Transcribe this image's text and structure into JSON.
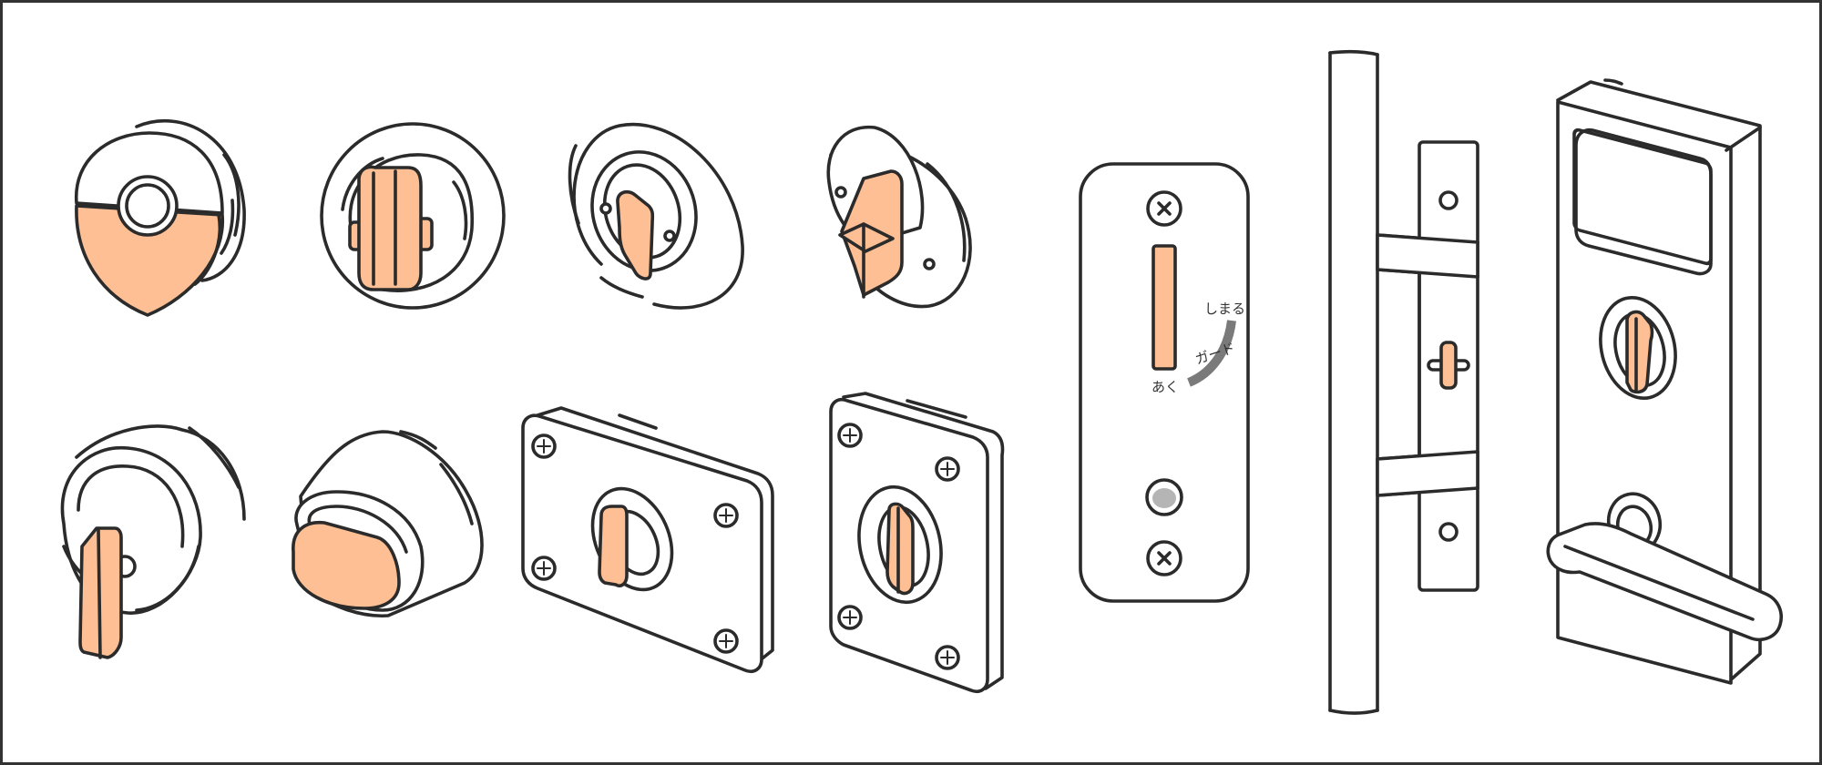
{
  "colors": {
    "line": "#2b2b2b",
    "accent": "#fdbf93",
    "indicator_arc": "#7a7a7a",
    "indicator_dot": "#b5b5b5",
    "frame": "#333333"
  },
  "icons": [
    "thumbturn-shield-cylinder-icon",
    "thumbturn-round-rose-icon",
    "thumbturn-oval-rose-icon",
    "thumbturn-angled-rose-icon",
    "key-cylinder-lever-icon",
    "dome-cylinder-icon",
    "rectangular-thumbturn-plate-icon",
    "square-thumbturn-plate-icon",
    "indicator-thumbturn-plate-icon",
    "door-bar-handle-plate-icon",
    "lever-handle-lock-plate-icon"
  ],
  "indicator_plate": {
    "label_close": "しまる",
    "label_guard": "ガード",
    "label_open": "あく"
  }
}
